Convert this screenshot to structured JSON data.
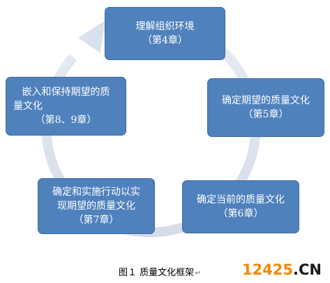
{
  "diagram": {
    "nodes": [
      {
        "id": "n1",
        "lines": [
          "理解组织环境",
          "（第4章）"
        ]
      },
      {
        "id": "n2",
        "lines": [
          "确定期望的质量文化",
          "（第5章）"
        ]
      },
      {
        "id": "n3",
        "lines": [
          "确定当前的质量文化",
          "（第6章）"
        ]
      },
      {
        "id": "n4",
        "lines": [
          "确定和实施行动以实",
          "现期望的质量文化",
          "（第7章）"
        ]
      },
      {
        "id": "n5",
        "lines": [
          "嵌入和保持期望的质",
          "量文化",
          "（第8、9章）"
        ]
      }
    ],
    "colors": {
      "box": "#4f81bd",
      "ring": "#dde3ee"
    }
  },
  "caption": {
    "label": "图１ 质量文化框架",
    "mark": "↵"
  },
  "watermark": {
    "num": "12425",
    "dom": ".CN"
  }
}
